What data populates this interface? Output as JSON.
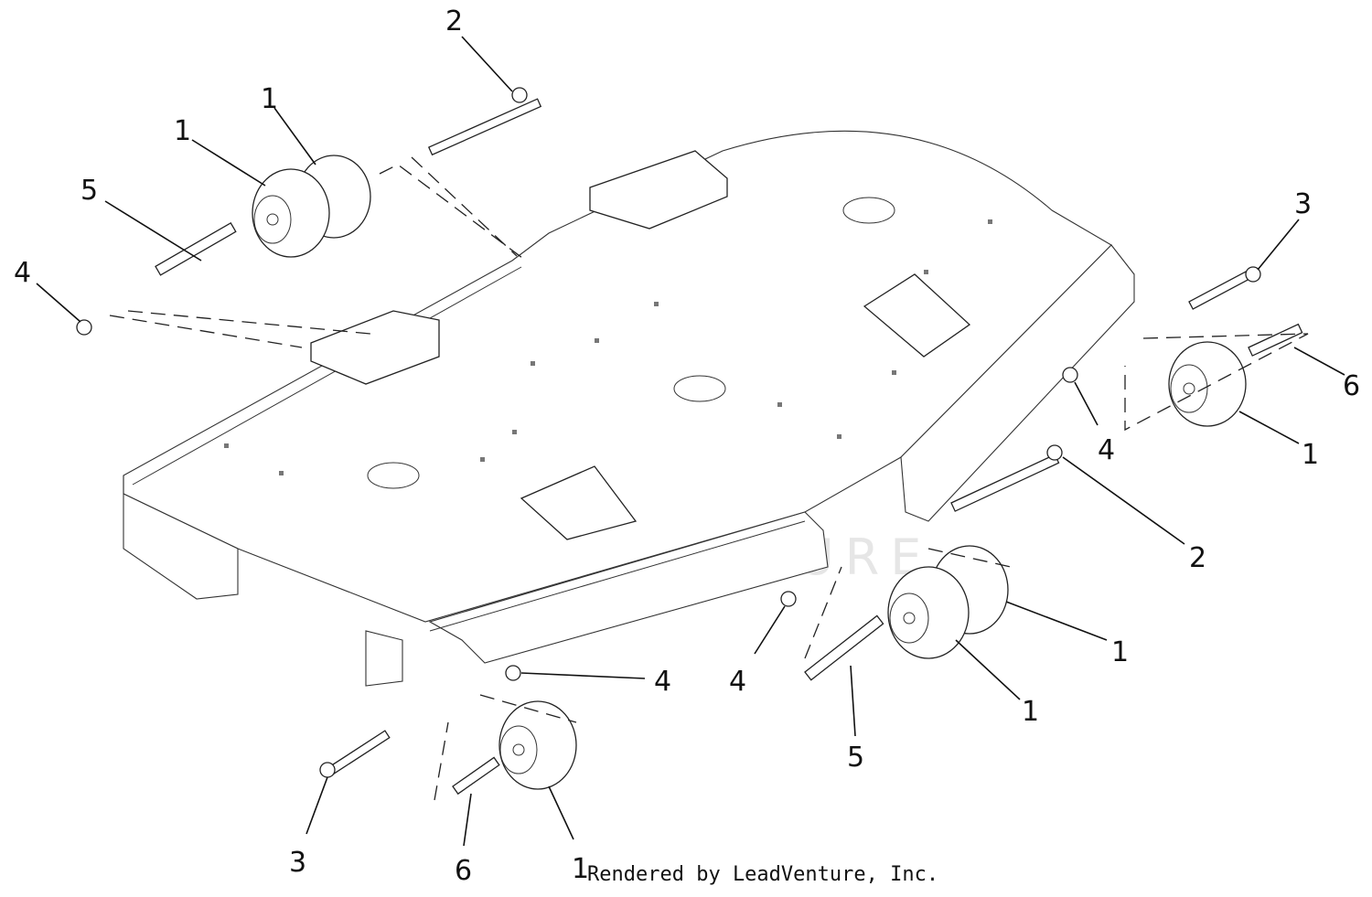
{
  "watermark": {
    "text": "LEADVENTURE"
  },
  "credit": "Rendered by LeadVenture, Inc.",
  "callouts": [
    {
      "id": "c1a",
      "label": "1"
    },
    {
      "id": "c1b",
      "label": "1"
    },
    {
      "id": "c2a",
      "label": "2"
    },
    {
      "id": "c5a",
      "label": "5"
    },
    {
      "id": "c4a",
      "label": "4"
    },
    {
      "id": "c3a",
      "label": "3"
    },
    {
      "id": "c6a",
      "label": "6"
    },
    {
      "id": "c4b",
      "label": "4"
    },
    {
      "id": "c1c",
      "label": "1"
    },
    {
      "id": "c2b",
      "label": "2"
    },
    {
      "id": "c1d",
      "label": "1"
    },
    {
      "id": "c1e",
      "label": "1"
    },
    {
      "id": "c4c",
      "label": "4"
    },
    {
      "id": "c4d",
      "label": "4"
    },
    {
      "id": "c5b",
      "label": "5"
    },
    {
      "id": "c3b",
      "label": "3"
    },
    {
      "id": "c6b",
      "label": "6"
    },
    {
      "id": "c1f",
      "label": "1"
    }
  ]
}
